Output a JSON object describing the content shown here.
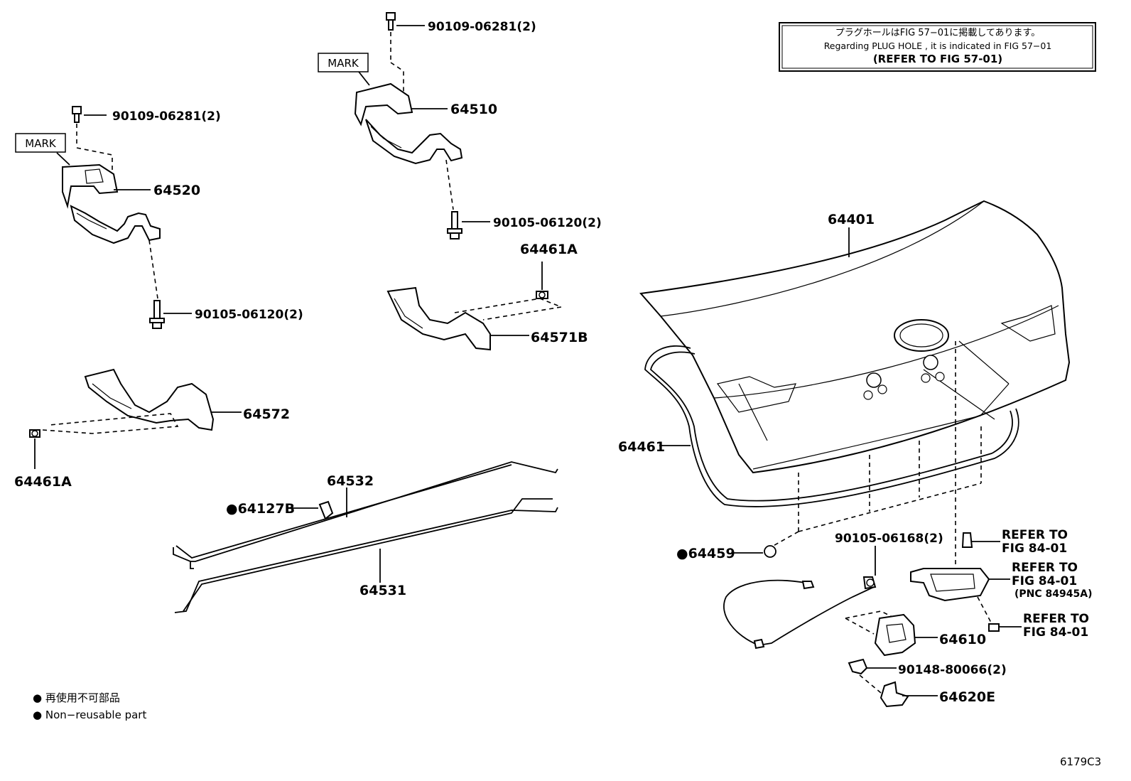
{
  "notice": {
    "line1": "プラグホールはFIG 57−01に掲載してあります。",
    "line2": "Regarding  PLUG  HOLE , it is indicated in FIG  57−01",
    "line3": "(REFER TO FIG 57-01)"
  },
  "marks": [
    "MARK",
    "MARK"
  ],
  "labels": {
    "bolt_top_right": "90109-06281(2)",
    "hinge_right": "64510",
    "bolt_bottom_right": "90105-06120(2)",
    "bolt_top_left": "90109-06281(2)",
    "hinge_left": "64520",
    "bolt_bottom_left": "90105-06120(2)",
    "clip_a_top": "64461A",
    "cover_b": "64571B",
    "cover_left": "64572",
    "clip_a_left": "64461A",
    "rod_upper": "64532",
    "clamp": "●64127B",
    "rod_lower": "64531",
    "lid": "64401",
    "weatherstrip": "64461",
    "plug": "●64459",
    "bolt_lock": "90105-06168(2)",
    "lock": "64610",
    "screw": "90148-80066(2)",
    "striker": "64620E",
    "refer1_a": "REFER TO",
    "refer1_b": "FIG 84-01",
    "refer2_a": "REFER TO",
    "refer2_b": "FIG 84-01",
    "refer2_c": "(PNC 84945A)",
    "refer3_a": "REFER TO",
    "refer3_b": "FIG 84-01"
  },
  "legend": {
    "jp": "● 再使用不可部品",
    "en": "● Non−reusable part"
  },
  "figure_id": "6179C3"
}
